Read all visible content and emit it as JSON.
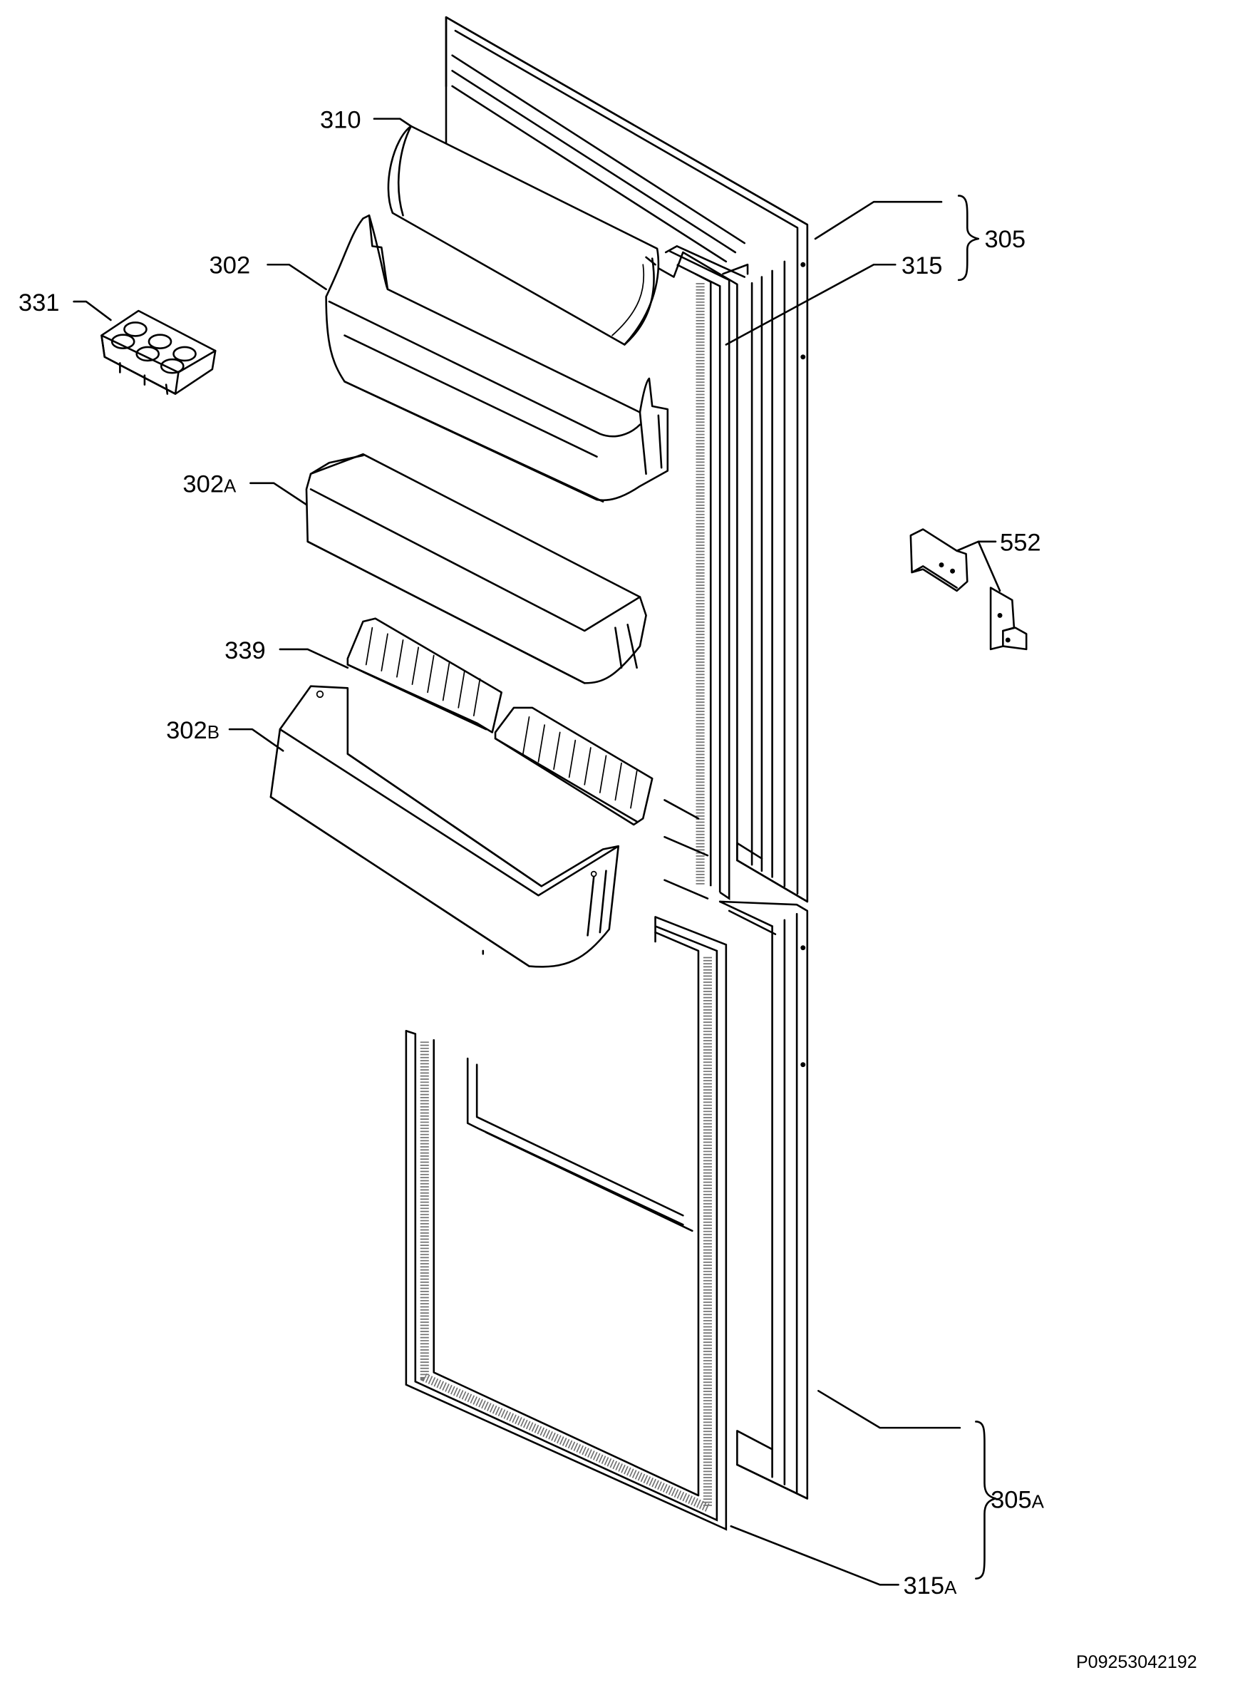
{
  "labels": {
    "p310": "310",
    "p302": "302",
    "p331": "331",
    "p302a_num": "302",
    "p302a_suf": "A",
    "p339": "339",
    "p302b_num": "302",
    "p302b_suf": "B",
    "p305": "305",
    "p315": "315",
    "p552": "552",
    "p305a_num": "305",
    "p305a_suf": "A",
    "p315a_num": "315",
    "p315a_suf": "A"
  },
  "footer": {
    "code": "P09253042192"
  }
}
